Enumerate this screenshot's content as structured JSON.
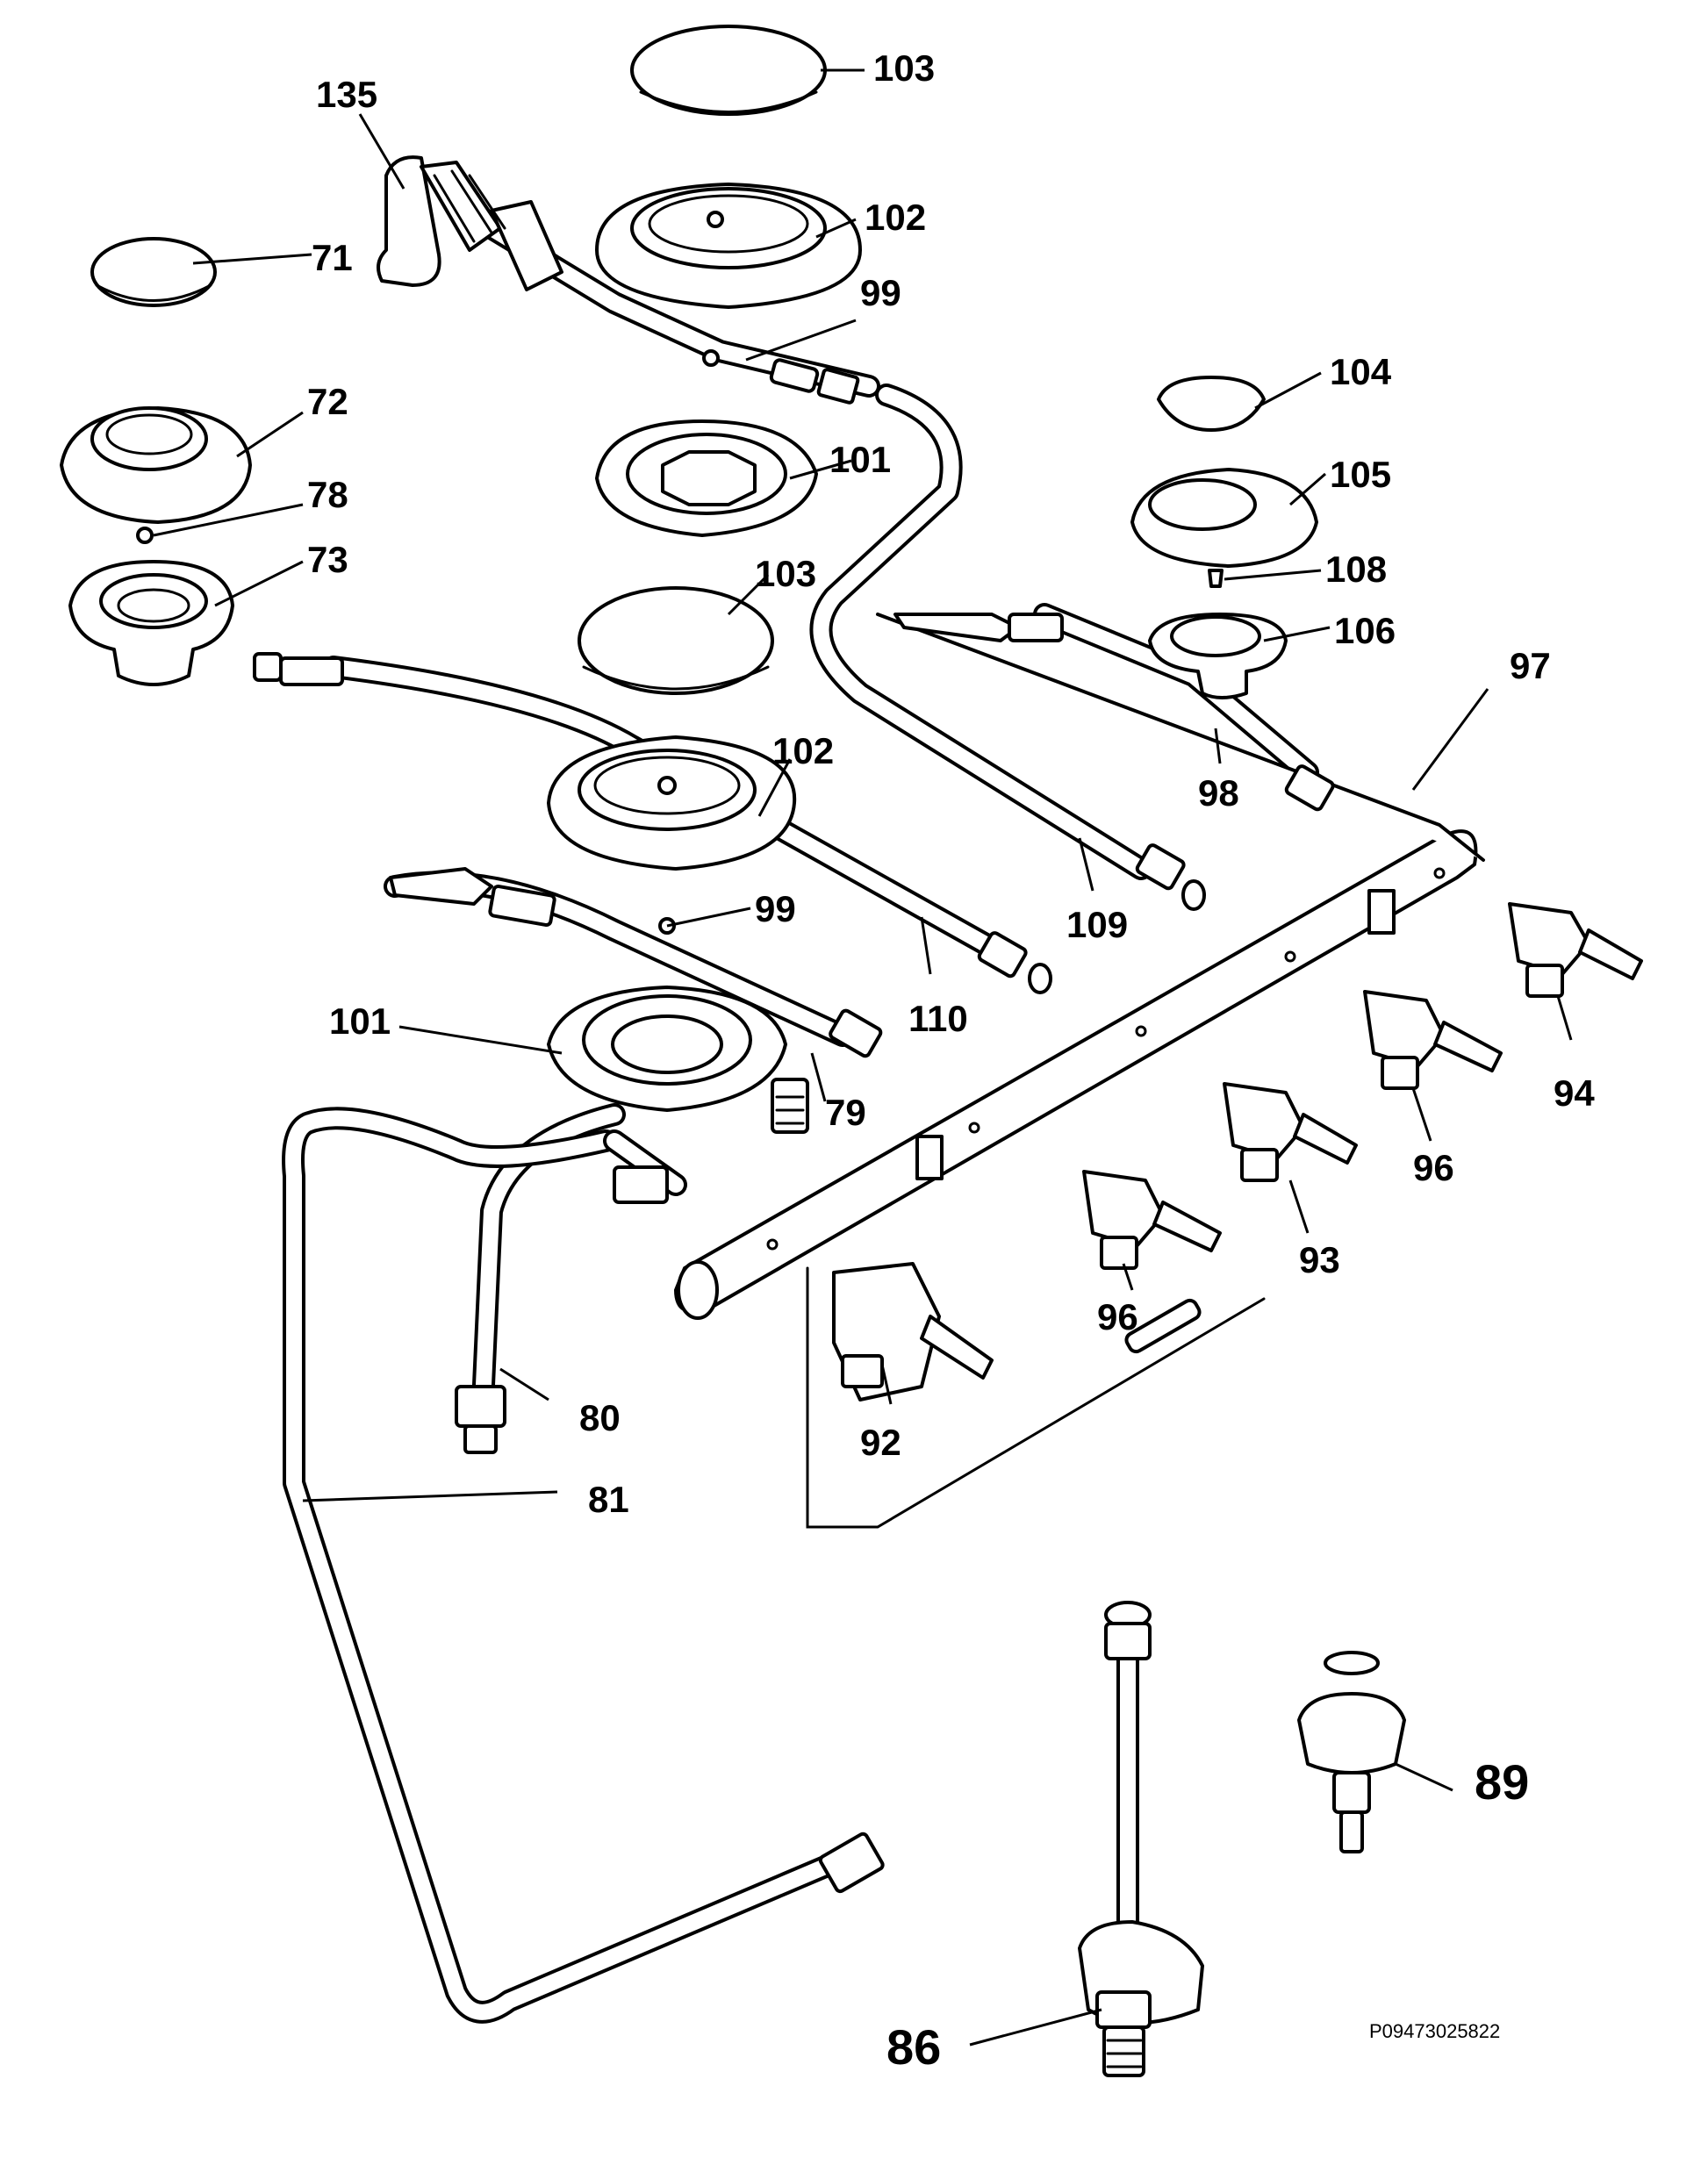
{
  "diagram": {
    "labels": {
      "l103a": "103",
      "l135": "135",
      "l102a": "102",
      "l71": "71",
      "l99a": "99",
      "l104": "104",
      "l72": "72",
      "l101a": "101",
      "l105": "105",
      "l78": "78",
      "l73": "73",
      "l108": "108",
      "l103b": "103",
      "l106": "106",
      "l97": "97",
      "l98": "98",
      "l102b": "102",
      "l99b": "99",
      "l109": "109",
      "l110": "110",
      "l101b": "101",
      "l79": "79",
      "l94": "94",
      "l96a": "96",
      "l93": "93",
      "l96b": "96",
      "l80": "80",
      "l92": "92",
      "l81": "81",
      "l89": "89",
      "l86": "86"
    },
    "drawing_code": "P09473025822"
  }
}
